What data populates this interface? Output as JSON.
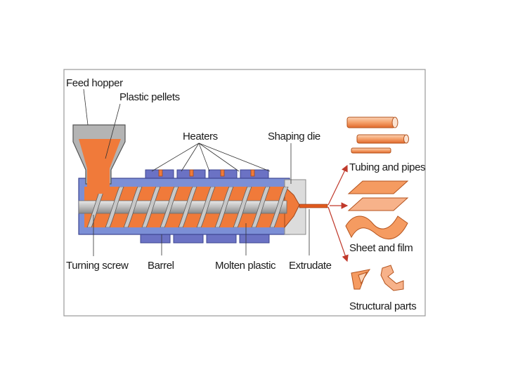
{
  "labels": {
    "feed_hopper": "Feed hopper",
    "plastic_pellets": "Plastic pellets",
    "heaters": "Heaters",
    "shaping_die": "Shaping die",
    "turning_screw": "Turning screw",
    "barrel": "Barrel",
    "molten_plastic": "Molten plastic",
    "extrudate": "Extrudate",
    "tubing_and_pipes": "Tubing and pipes",
    "sheet_and_film": "Sheet and film",
    "structural_parts": "Structural parts"
  },
  "colors": {
    "plastic": "#f07a3a",
    "plastic_light": "#f7b28a",
    "barrel": "#7c8fd6",
    "heater": "#6b72c4",
    "steel": "#b4b4b4",
    "die": "#dcdcdc",
    "arrow": "#c0392b"
  }
}
